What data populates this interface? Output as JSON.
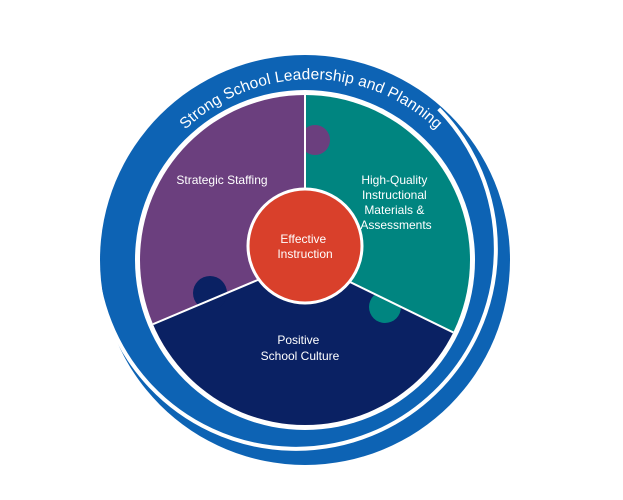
{
  "ring": {
    "label": "Strong School Leadership and Planning"
  },
  "pieces": {
    "staffing": {
      "label": "Strategic Staffing",
      "color": "#6B3F7E"
    },
    "materials": {
      "line1": "High-Quality",
      "line2": "Instructional",
      "line3": "Materials &",
      "line4": "Assessments",
      "color": "#008580"
    },
    "culture": {
      "line1": "Positive",
      "line2": "School Culture",
      "color": "#0A2163"
    }
  },
  "center": {
    "line1": "Effective",
    "line2": "Instruction",
    "color": "#D9402B"
  },
  "colors": {
    "outer_ring": "#0D63B4",
    "gap_ring": "#ffffff",
    "border": "#ffffff"
  },
  "icons": {
    "ring_arrow": "arrow-head-icon"
  }
}
